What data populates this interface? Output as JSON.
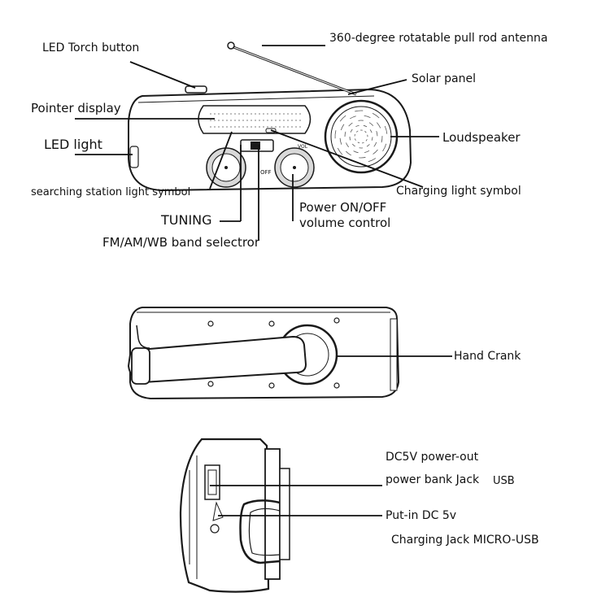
{
  "callouts": {
    "led_torch_button": "LED Torch button",
    "antenna": "360-degree rotatable pull rod antenna",
    "solar_panel": "Solar panel",
    "pointer_display": "Pointer display",
    "loudspeaker": "Loudspeaker",
    "led_light": "LED light",
    "searching_light": "searching station light symbol",
    "charging_light": "Charging light symbol",
    "tuning": "TUNING",
    "power_line1": "Power ON/OFF",
    "power_line2": "volume control",
    "band_selector": "FM/AM/WB band selectror",
    "hand_crank": "Hand Crank",
    "dc_out_line1": "DC5V power-out",
    "dc_out_line2": "power bank Jack",
    "dc_out_usb": "USB",
    "dc_in_line1": "Put-in DC 5v",
    "dc_in_line2": "Charging Jack MICRO-USB"
  },
  "device_marks": {
    "off": "OFF",
    "vol": "VOL"
  },
  "colors": {
    "ink": "#111111",
    "device_line": "#1a1a1a",
    "device_fill": "#ffffff",
    "dial_fill": "#d9d9d9"
  }
}
